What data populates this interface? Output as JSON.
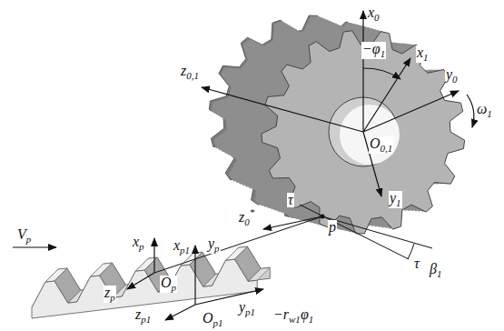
{
  "diagram": {
    "labels": [
      "x0",
      "−φ1",
      "x1",
      "y0",
      "ω1",
      "z0,1",
      "O0,1",
      "y1",
      "τ",
      "p",
      "z0*",
      "τ",
      "β1",
      "Vp",
      "xp",
      "xp1",
      "zp",
      "Op",
      "yp",
      "yp1",
      "zp1",
      "Op1",
      "−rw1φ1"
    ]
  }
}
